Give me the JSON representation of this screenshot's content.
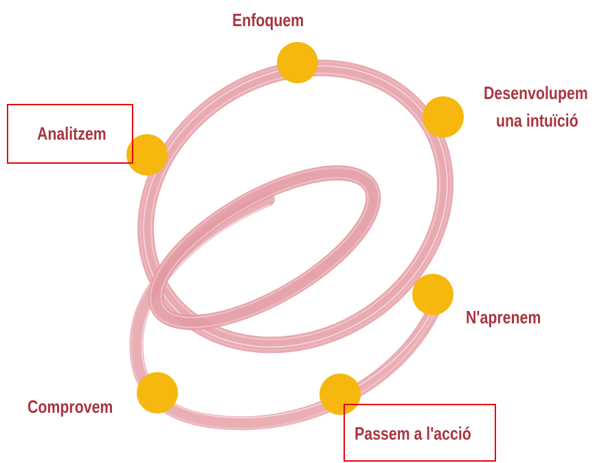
{
  "steps": {
    "enfoquem": "Enfoquem",
    "desenvolupem_line1": "Desenvolupem",
    "desenvolupem_line2": "una intuïció",
    "aprenem": "N'aprenem",
    "passem": "Passem a l'acció",
    "comprovem": "Comprovem",
    "analitzem": "Analitzem"
  },
  "colors": {
    "loop": "#e5a1a8",
    "loop_dark": "#d98590",
    "node": "#f6b80f",
    "label": "#a8353f",
    "highlight": "#e8000b"
  }
}
